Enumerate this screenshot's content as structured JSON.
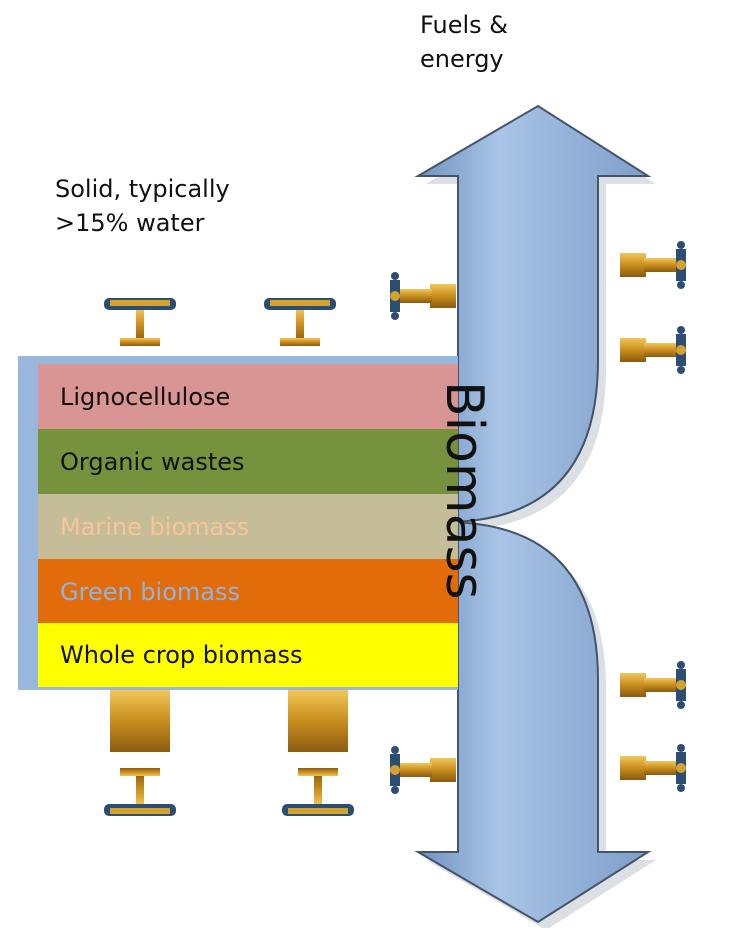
{
  "top_label": {
    "line1": "Fuels &",
    "line2": "energy"
  },
  "input_label": {
    "line1": "Solid, typically",
    "line2": ">15% water"
  },
  "categories": [
    {
      "label": "Lignocellulose",
      "color": "#d89593"
    },
    {
      "label": "Organic wastes",
      "color": "#76923c"
    },
    {
      "label": "Marine biomass",
      "color": "#c4bd97"
    },
    {
      "label": "Green biomass",
      "color": "#e36c0a"
    },
    {
      "label": "Whole crop biomass",
      "color": "#ffff00"
    }
  ],
  "pipe_label": "Biomass",
  "colors": {
    "pipe": "#95b3d7",
    "panel": "#99b7dc",
    "valve_metal": "#d4a22e",
    "valve_wheel": "#2d4e73"
  },
  "icons": [
    "double-arrow-pipe",
    "valve-icon"
  ]
}
